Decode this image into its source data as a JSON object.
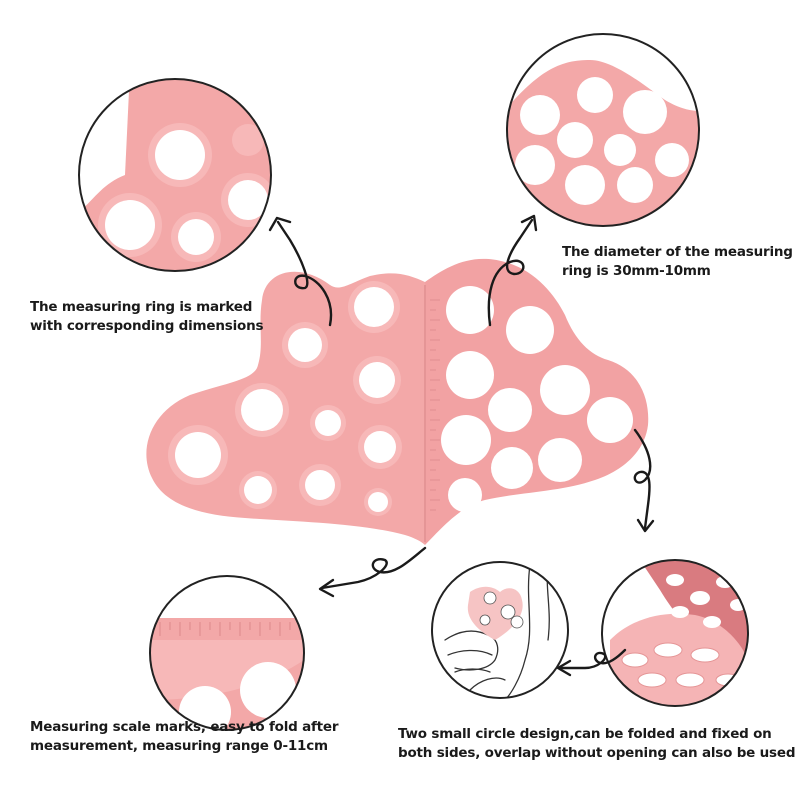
{
  "colors": {
    "pad_pink": "#f3a8a8",
    "pad_pink_light": "#f8c4c4",
    "pad_pink_dark": "#e08f90",
    "outline": "#222222",
    "text": "#1a1a1a",
    "background": "#ffffff"
  },
  "icons": {
    "arrow": "curly-arrow-icon",
    "hand": "hand-sketch-icon"
  },
  "captions": {
    "marked": [
      "The measuring ring is marked",
      "with corresponding dimensions"
    ],
    "diameter": [
      "The diameter of the measuring",
      "ring is 30mm-10mm"
    ],
    "scale": [
      "Measuring scale marks, easy to fold after",
      "measurement, measuring range 0-11cm"
    ],
    "fold": [
      "Two small circle design,can be folded and fixed on",
      "both sides, overlap without opening can also be used"
    ]
  }
}
